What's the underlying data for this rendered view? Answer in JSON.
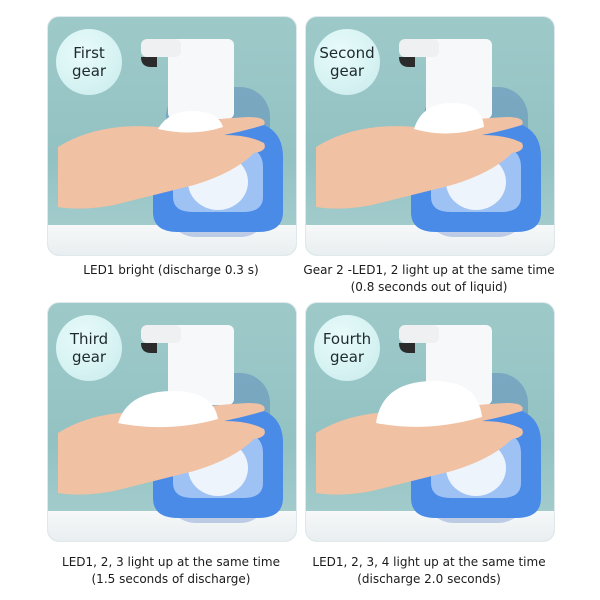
{
  "panels": [
    {
      "badge": "First\ngear",
      "caption": "LED1 bright (discharge 0.3 s)",
      "foam_level": 0.5
    },
    {
      "badge": "Second\ngear",
      "caption": "Gear 2 -LED1, 2 light up at the same time\n(0.8 seconds out of liquid)",
      "foam_level": 0.65
    },
    {
      "badge": "Third\ngear",
      "caption": "LED1, 2, 3 light up at the same time\n(1.5 seconds of discharge)",
      "foam_level": 0.8
    },
    {
      "badge": "Fourth\ngear",
      "caption": "LED1, 2, 3, 4 light up at the same time\n(discharge 2.0 seconds)",
      "foam_level": 1.0
    }
  ],
  "colors": {
    "background": "#9ec9c9",
    "badge": "#d6f2f2",
    "liquid": "#3f84e8",
    "dispenser": "#f7f8f9",
    "skin": "#f1c1a3"
  }
}
